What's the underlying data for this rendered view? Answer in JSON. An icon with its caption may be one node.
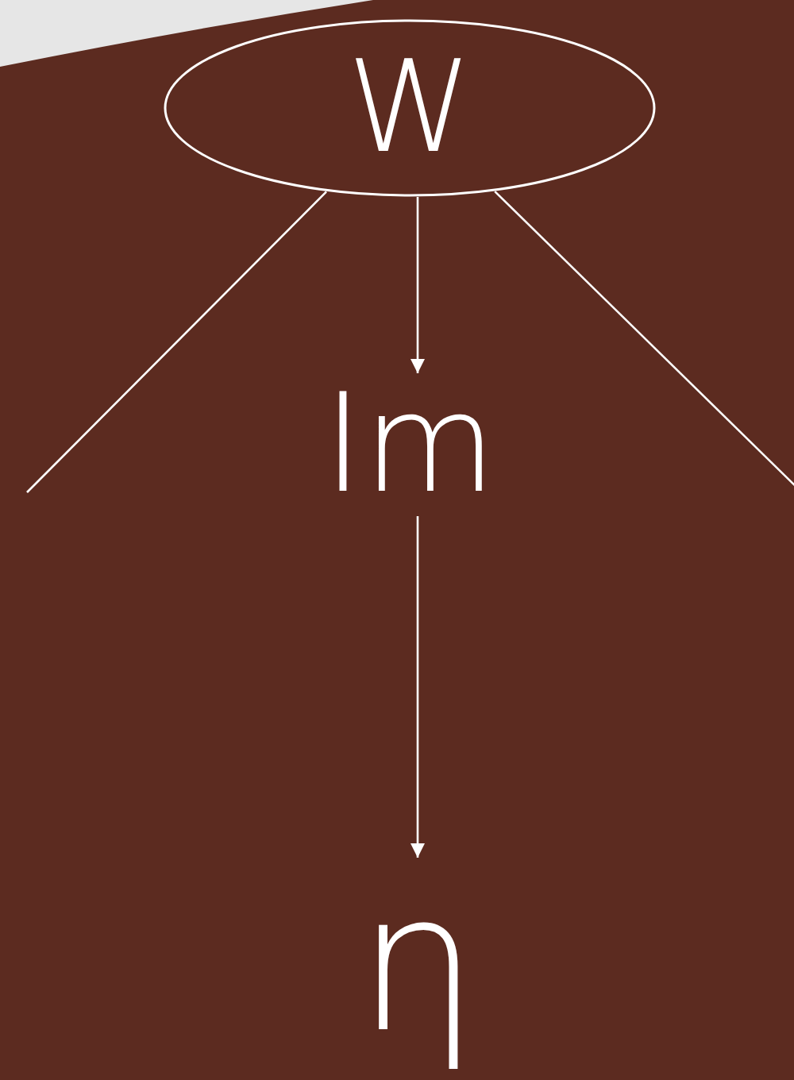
{
  "diagram": {
    "nodes": [
      {
        "text": [
          "W"
        ]
      },
      {
        "text": [
          "Im"
        ]
      },
      {
        "text": [
          "η"
        ]
      }
    ],
    "edges": [
      {
        "from": 0,
        "to": 1,
        "arrow": "to"
      },
      {
        "from": 1,
        "to": 2,
        "arrow": "to"
      },
      {
        "from": 0,
        "to": null,
        "arrow": "none"
      },
      {
        "from": 0,
        "to": null,
        "arrow": "none"
      }
    ]
  }
}
